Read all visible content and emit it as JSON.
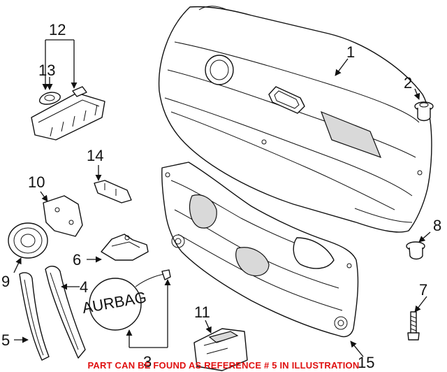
{
  "callouts": [
    "1",
    "2",
    "3",
    "4",
    "5",
    "6",
    "7",
    "8",
    "9",
    "10",
    "11",
    "12",
    "13",
    "14",
    "15"
  ],
  "airbag_text": "AURBAG",
  "footer_note": "PART CAN BE FOUND AS REFERENCE # 5 IN ILLUSTRATION",
  "colors": {
    "line": "#111111",
    "note": "#e01010",
    "shade": "#d9d9d9"
  }
}
